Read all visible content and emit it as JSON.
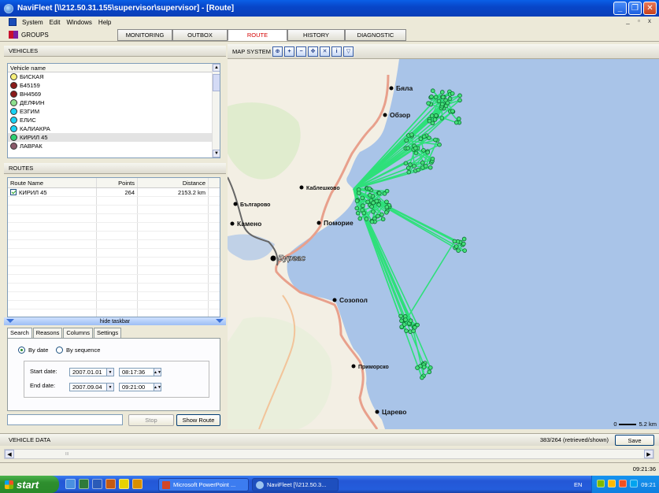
{
  "window": {
    "title": "NaviFleet [\\\\212.50.31.155\\supervisor\\supervisor] - [Route]"
  },
  "menu": {
    "items": [
      "System",
      "Edit",
      "Windows",
      "Help"
    ],
    "mdi_controls": "_ ▫ x"
  },
  "tabs": {
    "groups_label": "GROUPS",
    "items": [
      "MONITORING",
      "OUTBOX",
      "ROUTE",
      "HISTORY",
      "DIAGNOSTIC"
    ],
    "active": "ROUTE"
  },
  "vehicles": {
    "header": "VEHICLES",
    "column": "Vehicle name",
    "items": [
      {
        "name": "БИСКАЯ",
        "color": "#f7f07a"
      },
      {
        "name": "Б45159",
        "color": "#8b1a1a"
      },
      {
        "name": "ВН4569",
        "color": "#8b1a1a"
      },
      {
        "name": "ДЕЛФИН",
        "color": "#8ee08e"
      },
      {
        "name": "ЕЗГИМ",
        "color": "#19d3f5"
      },
      {
        "name": "ЕЛИС",
        "color": "#19d3f5"
      },
      {
        "name": "КАЛИАКРА",
        "color": "#19d3f5"
      },
      {
        "name": "КИРИЛ 45",
        "color": "#2ed172"
      },
      {
        "name": "ЛАВРАК",
        "color": "#8b5a6a"
      }
    ],
    "selected_index": 7
  },
  "routes": {
    "header": "ROUTES",
    "columns": [
      "Route Name",
      "Points",
      "Distance"
    ],
    "rows": [
      {
        "name": "КИРИЛ 45",
        "points": "264",
        "distance": "2153.2 km",
        "checked": true
      }
    ]
  },
  "taskbar_toggle": "hide taskbar",
  "search": {
    "tabs": [
      "Search",
      "Reasons",
      "Columns",
      "Settings"
    ],
    "active_tab": "Search",
    "mode_options": [
      "By date",
      "By sequence"
    ],
    "mode_selected": "By date",
    "start_label": "Start date:",
    "start_date": "2007.01.01",
    "start_time": "08:17:36",
    "end_label": "End date:",
    "end_date": "2007.09.04",
    "end_time": "09:21:00"
  },
  "actions": {
    "filter_placeholder": "",
    "stop": "Stop",
    "show_route": "Show Route"
  },
  "map": {
    "header": "MAP SYSTEM",
    "tools": [
      "zoom-full-icon",
      "zoom-in-icon",
      "zoom-out-icon",
      "pan-icon",
      "extent-icon",
      "info-icon",
      "measure-icon"
    ],
    "tool_glyphs": [
      "⊕",
      "+",
      "−",
      "✥",
      "✕",
      "i",
      "▽"
    ],
    "cities": [
      "Бяла",
      "Обзор",
      "Каблешково",
      "Българово",
      "Камено",
      "Поморие",
      "Бургас",
      "Созопол",
      "Приморско",
      "Царево"
    ],
    "scale_left": "0",
    "scale_right": "5.2 km",
    "route_color": "#2ee07a",
    "sea_color": "#a9c4e8",
    "land_color": "#f3efe4"
  },
  "vehicle_data": {
    "header": "VEHICLE DATA",
    "retrieved": "383/264 (retrieved/shown)",
    "save": "Save"
  },
  "status": {
    "time": "09:21:36"
  },
  "taskbar": {
    "start": "start",
    "tasks": [
      "Microsoft PowerPoint ...",
      "NaviFleet [\\\\212.50.3..."
    ],
    "lang": "EN",
    "clock": "09:21"
  }
}
